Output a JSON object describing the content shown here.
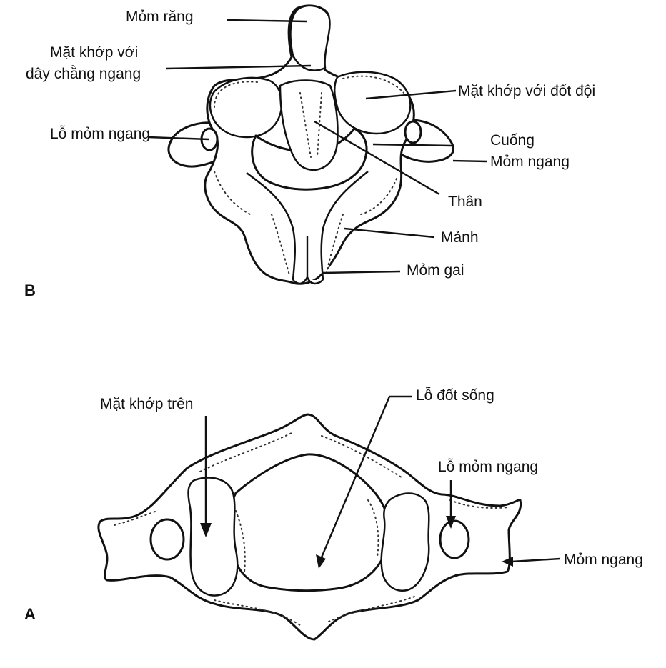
{
  "panel_b": {
    "letter": "B",
    "labels": {
      "dens": "Mỏm răng",
      "transverse_lig_facet_1": "Mặt khớp với",
      "transverse_lig_facet_2": "dây chằng ngang",
      "atlas_facet": "Mặt khớp với đốt đội",
      "transverse_foramen": "Lỗ mỏm ngang",
      "pedicle": "Cuống",
      "transverse_process": "Mỏm ngang",
      "body": "Thân",
      "lamina": "Mảnh",
      "spinous_process": "Mỏm gai"
    }
  },
  "panel_a": {
    "letter": "A",
    "labels": {
      "superior_facet": "Mặt khớp trên",
      "vertebral_foramen": "Lỗ đốt sống",
      "transverse_foramen": "Lỗ mỏm ngang",
      "transverse_process": "Mỏm ngang"
    }
  },
  "colors": {
    "ink": "#111111",
    "background": "#ffffff"
  }
}
